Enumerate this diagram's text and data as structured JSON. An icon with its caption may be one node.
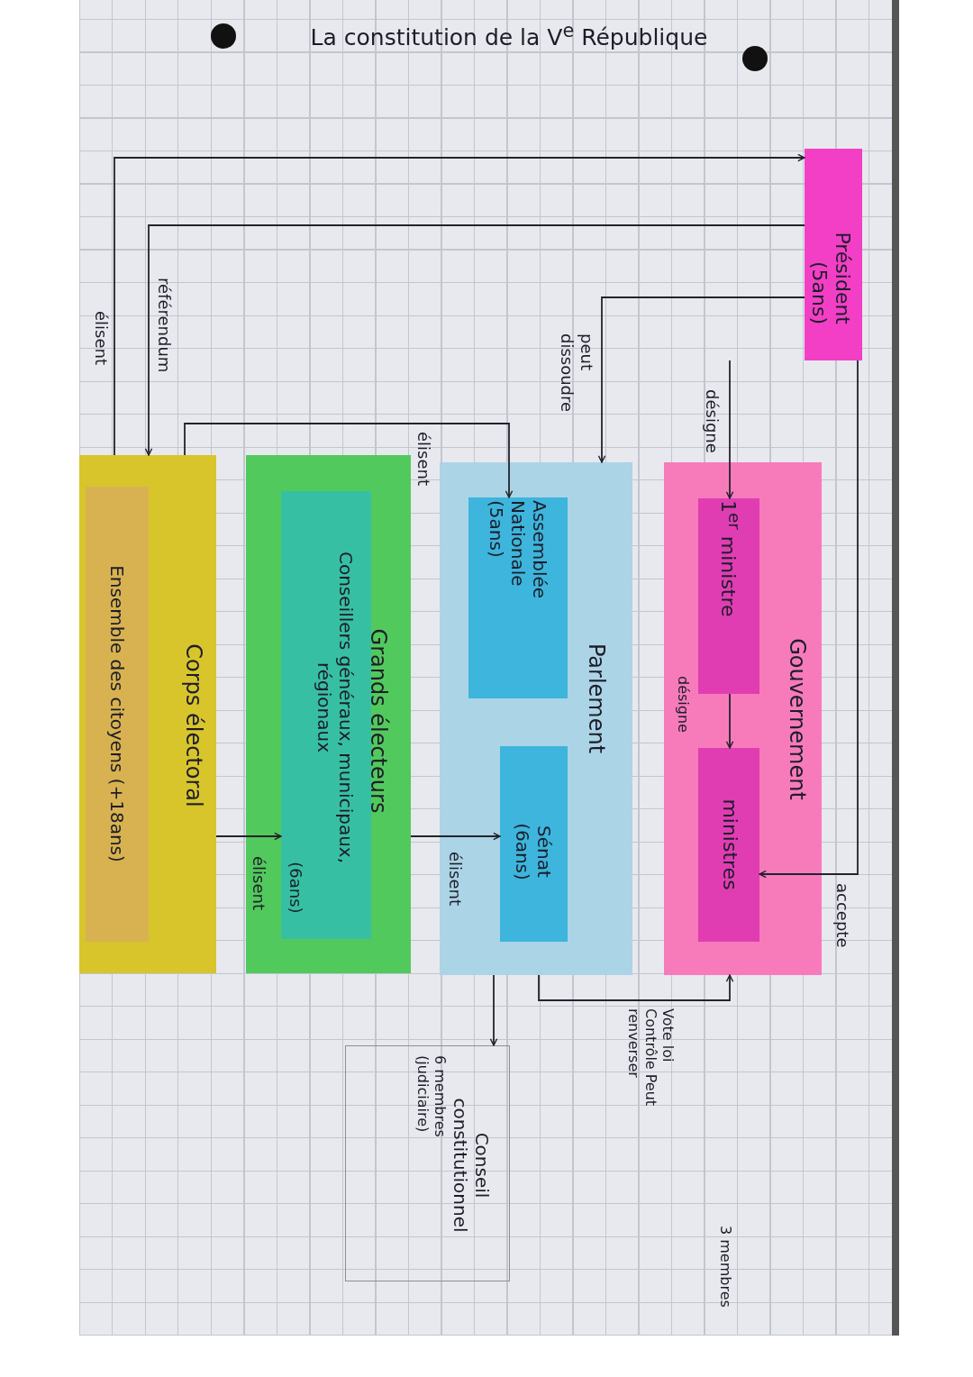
{
  "diagram": {
    "title": "La constitution de la V$^{e}$ République",
    "nodes": [
      {
        "text": [
          "Président (5ans)"
        ]
      },
      {
        "text": [
          "Gouvernement"
        ]
      },
      {
        "text": [
          "1$^{er}$ ministre"
        ],
        "in": 1
      },
      {
        "text": [
          "ministres"
        ],
        "in": 1
      },
      {
        "text": [
          "Parlement"
        ]
      },
      {
        "text": [
          "Assemblée Nationale (5ans)"
        ],
        "in": 4
      },
      {
        "text": [
          "Sénat (6ans)"
        ],
        "in": 4
      },
      {
        "text": [
          "Grands électeurs"
        ]
      },
      {
        "text": [
          "Conseillers généraux, municipaux, régionaux",
          "(6ans)"
        ],
        "in": 7
      },
      {
        "text": [
          "Corps électoral"
        ]
      },
      {
        "text": [
          "Ensemble des citoyens (+18ans)"
        ],
        "in": 9
      },
      {
        "text": [
          "Conseil constitutionnel",
          "6 membres (judiciaire)"
        ]
      }
    ],
    "edges": [
      {
        "from": 9,
        "to": 0,
        "arrow": "to",
        "label": "élisent"
      },
      {
        "from": 0,
        "to": 9,
        "arrow": "to",
        "label": "référendum"
      },
      {
        "from": 0,
        "to": 4,
        "arrow": "to",
        "label": "peut dissoudre"
      },
      {
        "from": 0,
        "to": 2,
        "arrow": "to",
        "label": "désigne"
      },
      {
        "from": 0,
        "to": 3,
        "arrow": "to",
        "label": "accepte"
      },
      {
        "from": 2,
        "to": 3,
        "arrow": "to",
        "label": "désigne"
      },
      {
        "from": 9,
        "to": 5,
        "arrow": "to",
        "label": "élisent"
      },
      {
        "from": 9,
        "to": 8,
        "arrow": "to",
        "label": "élisent"
      },
      {
        "from": 7,
        "to": 6,
        "arrow": "to",
        "label": "élisent"
      },
      {
        "from": 4,
        "to": 1,
        "arrow": "to",
        "label": "Vote loi Contrôle Peut renverser"
      },
      {
        "from": 4,
        "to": 11,
        "arrow": "to"
      }
    ],
    "labels": [
      "3 membres"
    ]
  }
}
